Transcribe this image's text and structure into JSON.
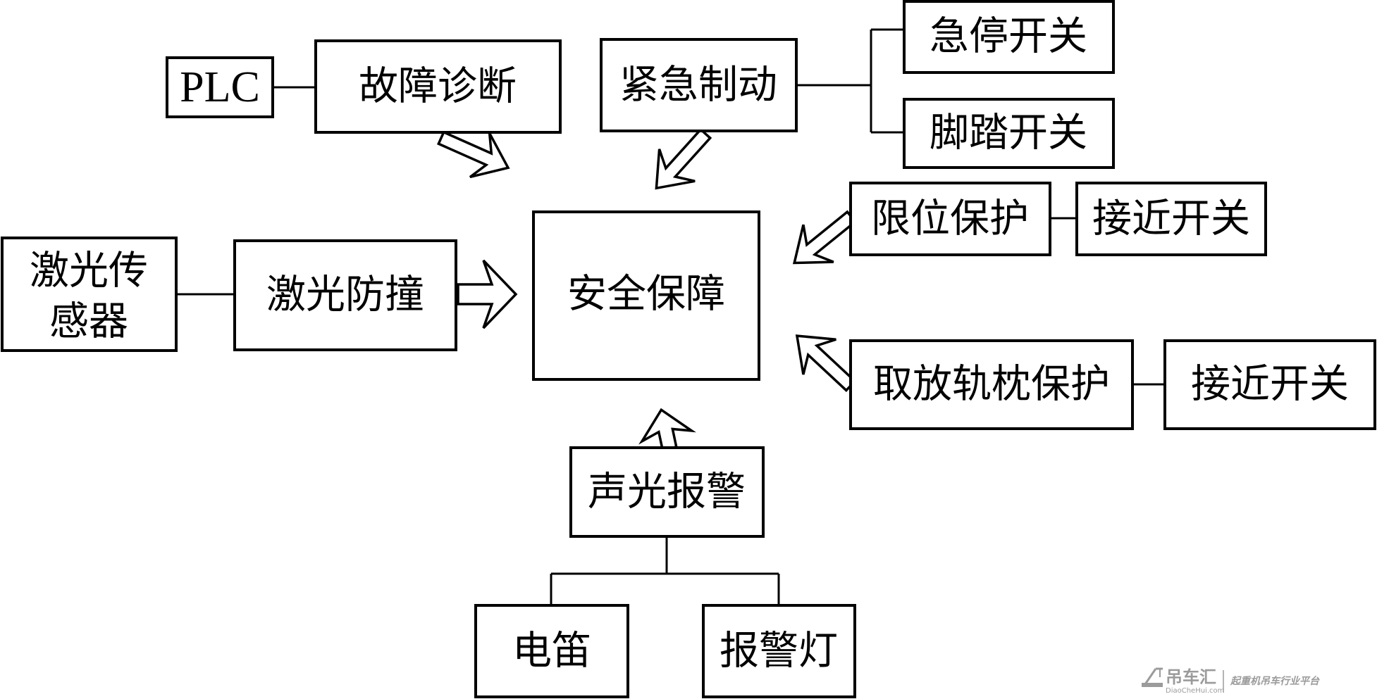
{
  "nodes": {
    "plc": "PLC",
    "fault_diagnosis": "故障诊断",
    "emergency_brake": "紧急制动",
    "emergency_stop_switch": "急停开关",
    "foot_switch": "脚踏开关",
    "laser_sensor_line1": "激光传",
    "laser_sensor_line2": "感器",
    "laser_anticollision": "激光防撞",
    "safety": "安全保障",
    "limit_protection": "限位保护",
    "proximity_switch_1": "接近开关",
    "sleeper_protection": "取放轨枕保护",
    "proximity_switch_2": "接近开关",
    "audio_visual_alarm": "声光报警",
    "horn": "电笛",
    "alarm_light": "报警灯"
  },
  "watermark": {
    "brand": "吊车汇",
    "site": "DiaoCheHui.com",
    "slogan": "起重机吊车行业平台"
  },
  "colors": {
    "stroke": "#000000",
    "fill": "#ffffff",
    "watermark": "#8a8a8a"
  }
}
